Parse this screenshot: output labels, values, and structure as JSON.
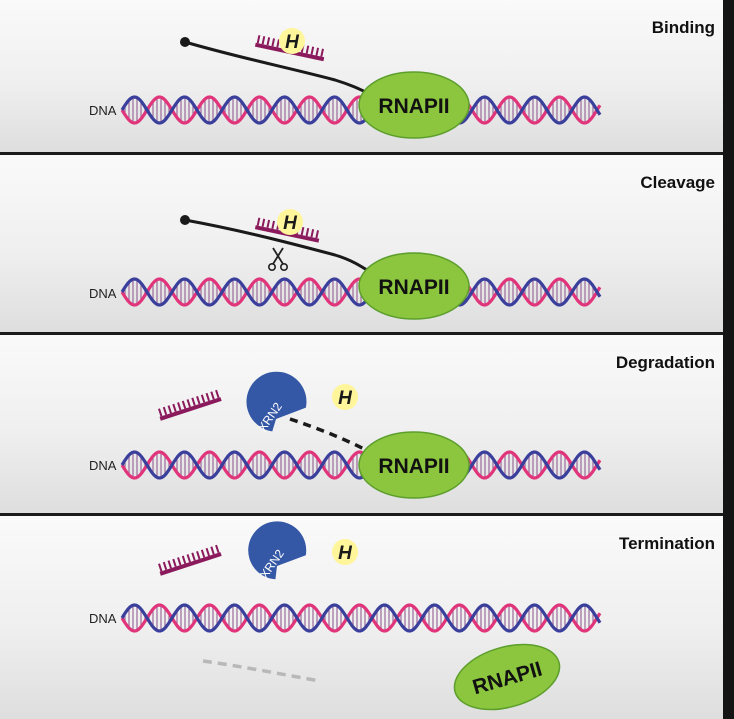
{
  "panels": [
    {
      "title": "Binding"
    },
    {
      "title": "Cleavage"
    },
    {
      "title": "Degradation"
    },
    {
      "title": "Termination"
    }
  ],
  "labels": {
    "dna": "DNA",
    "rnapii": "RNAPII",
    "xrn2": "XRN2",
    "helicase": "H"
  },
  "colors": {
    "dna_blue": "#3b3f9c",
    "dna_pink": "#e0357a",
    "rung": "#9a6a9a",
    "rnapii_green": "#8cc63f",
    "rnapii_dark": "#4e8f22",
    "xrn2_blue": "#3457a6",
    "helicase_yellow": "#fff59a",
    "oligo_purple": "#8b1a5c",
    "rna_black": "#1a1a1a"
  }
}
